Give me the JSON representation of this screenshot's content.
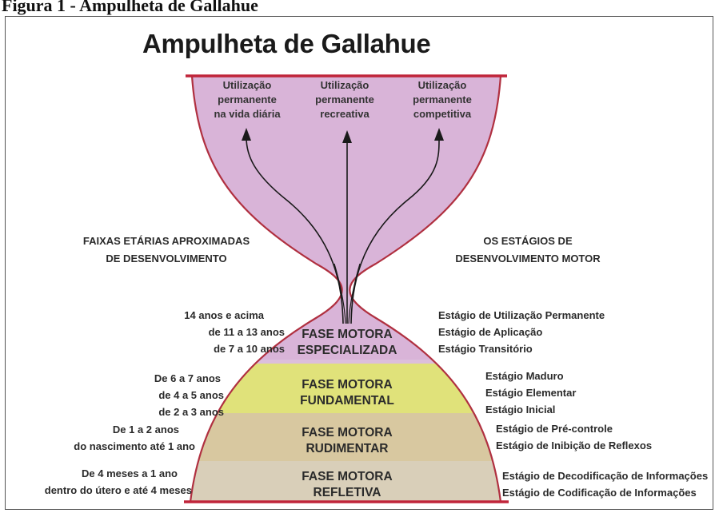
{
  "caption": "Figura 1 - Ampulheta de Gallahue",
  "title": "Ampulheta de Gallahue",
  "colors": {
    "rim": "#c0253a",
    "top_bulb": "#d9b4d8",
    "especializada": "#dcbfdc",
    "fundamental": "#e0e27a",
    "rudimentar": "#d8c8a0",
    "refletiva": "#d9cfb9"
  },
  "top_uses": [
    [
      "Utilização",
      "permanente",
      "na vida diária"
    ],
    [
      "Utilização",
      "permanente",
      "recreativa"
    ],
    [
      "Utilização",
      "permanente",
      "competitiva"
    ]
  ],
  "left_header": [
    "FAIXAS ETÁRIAS APROXIMADAS",
    "DE DESENVOLVIMENTO"
  ],
  "right_header": [
    "OS ESTÁGIOS DE",
    "DESENVOLVIMENTO MOTOR"
  ],
  "phases": [
    {
      "name": [
        "FASE MOTORA",
        "ESPECIALIZADA"
      ],
      "ages": [
        "14 anos e acima",
        "de 11 a 13 anos",
        "de 7 a 10 anos"
      ],
      "stages": [
        "Estágio de Utilização Permanente",
        "Estágio de Aplicação",
        "Estágio Transitório"
      ]
    },
    {
      "name": [
        "FASE MOTORA",
        "FUNDAMENTAL"
      ],
      "ages": [
        "De 6 a 7 anos",
        "de 4 a 5 anos",
        "de 2 a 3 anos"
      ],
      "stages": [
        "Estágio Maduro",
        "Estágio Elementar",
        "Estágio Inicial"
      ]
    },
    {
      "name": [
        "FASE MOTORA",
        "RUDIMENTAR"
      ],
      "ages": [
        "De 1 a 2 anos",
        "do nascimento até 1 ano"
      ],
      "stages": [
        "Estágio de Pré-controle",
        "Estágio de Inibição de Reflexos"
      ]
    },
    {
      "name": [
        "FASE MOTORA",
        "REFLETIVA"
      ],
      "ages": [
        "De 4 meses a 1 ano",
        "dentro do útero e até 4 meses"
      ],
      "stages": [
        "Estágio de Decodificação de Informações",
        "Estágio de Codificação de Informações"
      ]
    }
  ]
}
